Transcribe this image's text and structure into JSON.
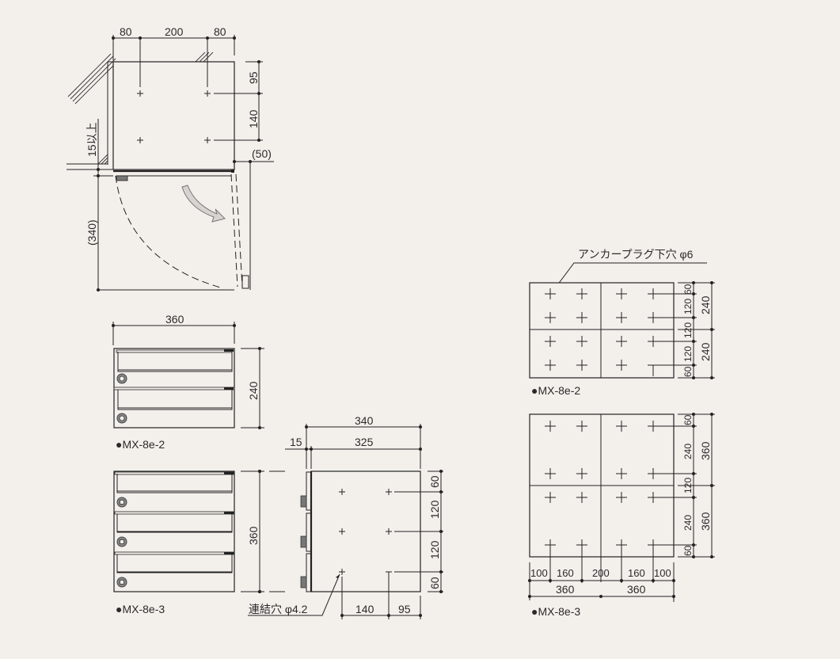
{
  "top_view": {
    "dims_top": [
      "80",
      "200",
      "80"
    ],
    "dims_right": [
      "95",
      "140"
    ],
    "clearance_right": "(50)",
    "clearance_left": "15以上",
    "door_swing": "(340)"
  },
  "front_mx8e2": {
    "width": "360",
    "height": "240",
    "label": "●MX-8e-2"
  },
  "front_mx8e3": {
    "height": "360",
    "label": "●MX-8e-3"
  },
  "side_view": {
    "depth_total": "340",
    "depth_body": "325",
    "depth_front": "15",
    "height": "360",
    "dims_right": [
      "60",
      "120",
      "120",
      "60"
    ],
    "dims_bottom": [
      "140",
      "95"
    ],
    "hole_label": "連結穴 φ4.2"
  },
  "layout_mx8e2": {
    "anchor_label": "アンカープラグ下穴 φ6",
    "dims_inner": [
      "60",
      "120",
      "120",
      "120",
      "60"
    ],
    "dims_outer": [
      "240",
      "240"
    ],
    "label": "●MX-8e-2"
  },
  "layout_mx8e3": {
    "dims_inner": [
      "60",
      "240",
      "120",
      "240",
      "60"
    ],
    "dims_outer": [
      "360",
      "360"
    ],
    "dims_bottom_inner": [
      "100",
      "160",
      "200",
      "160",
      "100"
    ],
    "dims_bottom_outer": [
      "360",
      "360"
    ],
    "label": "●MX-8e-3"
  }
}
